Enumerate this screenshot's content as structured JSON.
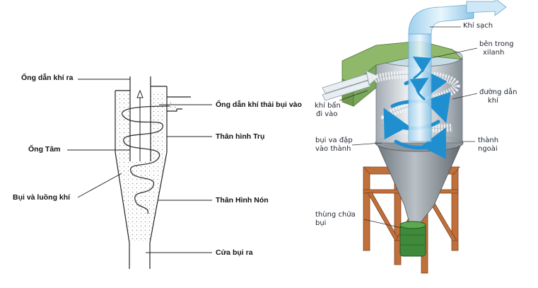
{
  "left_diagram": {
    "labels": {
      "gas_outlet": "Ống dẫn khí ra",
      "dust_gas_inlet": "Ống dẫn khí thải bụi vào",
      "cylinder_body": "Thân hình Trụ",
      "center_tube": "Ống Tâm",
      "dust_and_airflow": "Bụi và luồng khí",
      "cone_body": "Thân Hình Nón",
      "dust_outlet": "Cửa bụi ra"
    }
  },
  "right_diagram": {
    "labels": {
      "clean_air": "Khí sạch",
      "inside_cylinder_l1": "bên trong",
      "inside_cylinder_l2": "xilanh",
      "air_path_l1": "đường dẫn",
      "air_path_l2": "khí",
      "dirty_air_in_l1": "khí bẩn",
      "dirty_air_in_l2": "đi vào",
      "dust_hits_wall_l1": "bụi va đập",
      "dust_hits_wall_l2": "vào thành",
      "outer_wall_l1": "thành",
      "outer_wall_l2": "ngoài",
      "dust_bin_l1": "thùng chứa",
      "dust_bin_l2": "bụi"
    },
    "colors": {
      "arrow_blue": "#1f8fd0",
      "frame_orange": "#c0703a",
      "inlet_green": "#8fb86a",
      "bin_green": "#3f8a3a"
    }
  }
}
